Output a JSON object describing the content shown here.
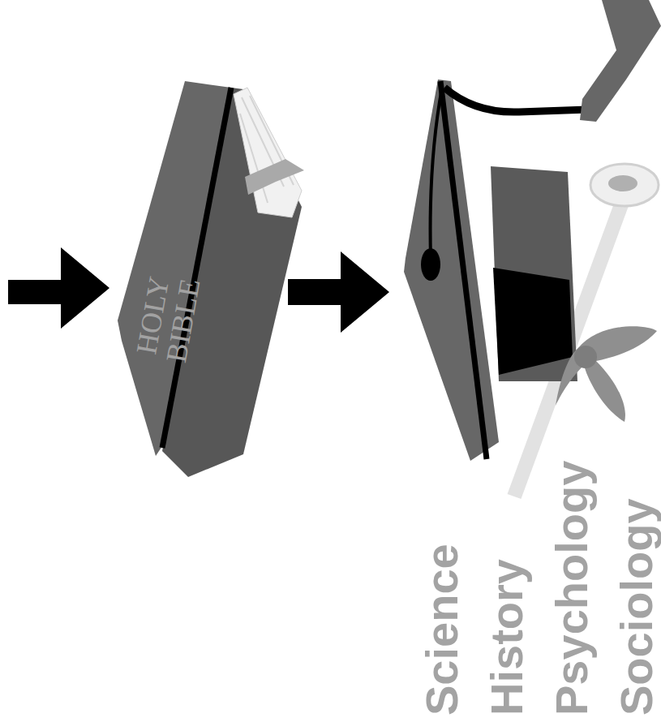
{
  "diagram": {
    "nodes": [
      {
        "text": [
          "HOLY BIBLE"
        ]
      },
      {
        "text": [
          "Science",
          "History",
          "Psychology",
          "Sociology"
        ]
      }
    ],
    "edges": [
      {
        "from": 0,
        "to": 1,
        "arrow": "to"
      }
    ]
  }
}
